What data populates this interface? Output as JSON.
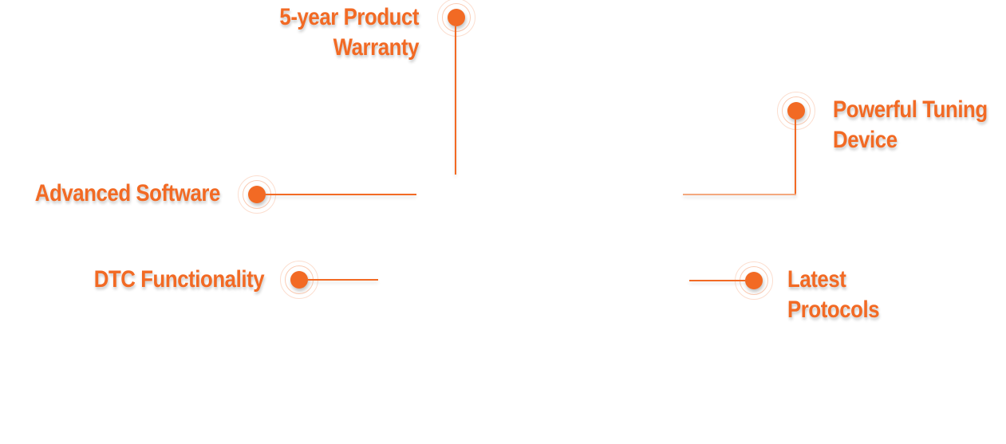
{
  "colors": {
    "accent": "#F26A24"
  },
  "features": [
    {
      "id": "warranty",
      "lines": [
        "5-year Product",
        "Warranty"
      ]
    },
    {
      "id": "advanced-software",
      "lines": [
        "Advanced Software"
      ]
    },
    {
      "id": "dtc-functionality",
      "lines": [
        "DTC Functionality"
      ]
    },
    {
      "id": "powerful-tuning",
      "lines": [
        "Powerful Tuning",
        "Device"
      ]
    },
    {
      "id": "latest-protocols",
      "lines": [
        "Latest",
        "Protocols"
      ]
    }
  ]
}
